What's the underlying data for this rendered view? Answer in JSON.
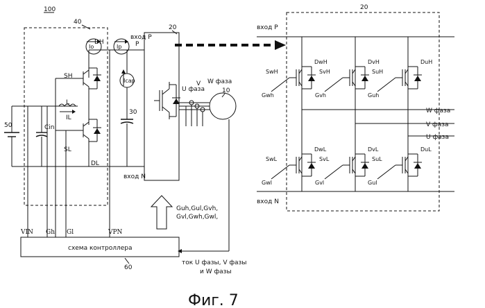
{
  "figure": {
    "ref_100": "100",
    "caption": "Фиг. 7"
  },
  "left_block": {
    "ref": "40",
    "battery_ref": "50",
    "cin": "Cin",
    "sh": "SH",
    "sl": "SL",
    "dh": "DH",
    "dl": "DL",
    "inductor": "L",
    "il": "IL"
  },
  "meters": {
    "io": "Io",
    "ip": "Ip",
    "icap": "Icap"
  },
  "capacitor_ref": "30",
  "node_p_label": "P",
  "vhod_p": "вход P",
  "vhod_n": "вход N",
  "inverter": {
    "ref": "20",
    "u_phase": "U фаза",
    "v_phase": "V",
    "w_phase": "W фаза",
    "motor_ref": "10"
  },
  "gate_signals": "Guh,Gul,Gvh,\nGvl,Gwh,Gwl,",
  "controller": {
    "label": "схема контроллера",
    "ref": "60",
    "inputs": [
      "VIN",
      "Gh",
      "Gl",
      "VPN"
    ],
    "current_note_1": "ток U фазы, V фазы",
    "current_note_2": "и W фазы"
  },
  "detail": {
    "ref": "20",
    "vhod_p": "вход P",
    "vhod_n": "вход N",
    "w_phase": "W фаза",
    "v_phase": "V фаза",
    "u_phase": "U фаза",
    "upper": [
      {
        "sw": "SwH",
        "d": "DwH",
        "g": "Gwh"
      },
      {
        "sw": "SvH",
        "d": "DvH",
        "g": "Gvh"
      },
      {
        "sw": "SuH",
        "d": "DuH",
        "g": "Guh"
      }
    ],
    "lower": [
      {
        "sw": "SwL",
        "d": "DwL",
        "g": "Gwl"
      },
      {
        "sw": "SvL",
        "d": "DvL",
        "g": "Gvl"
      },
      {
        "sw": "SuL",
        "d": "DuL",
        "g": "Gul"
      }
    ]
  }
}
